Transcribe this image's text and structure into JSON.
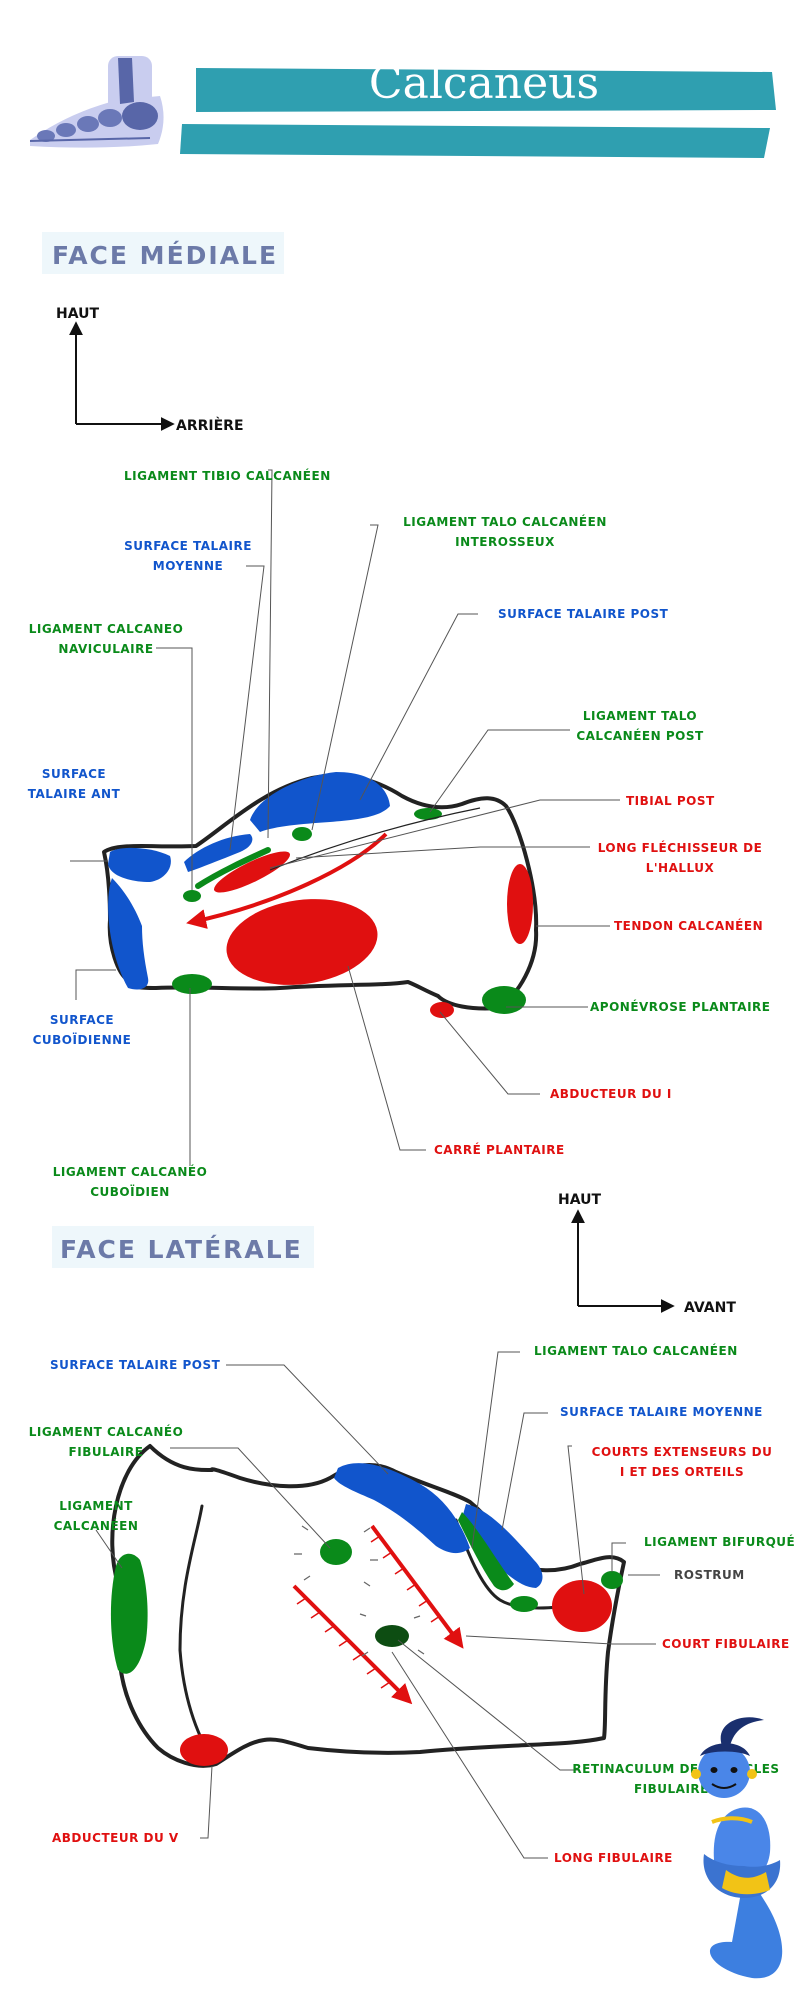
{
  "header": {
    "title": "Calcaneus"
  },
  "colors": {
    "banner": "#2f9fb0",
    "section_bg": "#eef7fb",
    "section_text": "#6c7aa8",
    "green": "#0a8a1a",
    "blue": "#1155cc",
    "red": "#e01010",
    "dark_green": "#0d4d12",
    "axis": "#111111"
  },
  "medial": {
    "title": "FACE MÉDIALE",
    "axis": {
      "up": "HAUT",
      "right": "ARRIÈRE"
    },
    "labels": {
      "lig_tibio": "LIGAMENT TIBIO CALCANÉEN",
      "surf_moy_1": "SURFACE TALAIRE",
      "surf_moy_2": "MOYENNE",
      "lig_talo_int_1": "LIGAMENT TALO CALCANÉEN",
      "lig_talo_int_2": "INTEROSSEUX",
      "lig_calc_nav_1": "LIGAMENT CALCANEO",
      "lig_calc_nav_2": "NAVICULAIRE",
      "surf_post": "SURFACE TALAIRE POST",
      "lig_talo_post_1": "LIGAMENT TALO",
      "lig_talo_post_2": "CALCANÉEN POST",
      "surf_ant_1": "SURFACE",
      "surf_ant_2": "TALAIRE ANT",
      "tibial_post": "TIBIAL POST",
      "long_flech_1": "LONG FLÉCHISSEUR DE",
      "long_flech_2": "L'HALLUX",
      "tendon_calc": "TENDON CALCANÉEN",
      "surf_cub_1": "SURFACE",
      "surf_cub_2": "CUBOÏDIENNE",
      "aponevrose": "APONÉVROSE PLANTAIRE",
      "abducteur_i": "ABDUCTEUR DU I",
      "carre": "CARRÉ PLANTAIRE",
      "lig_calc_cub_1": "LIGAMENT CALCANÉO",
      "lig_calc_cub_2": "CUBOÏDIEN"
    }
  },
  "lateral": {
    "title": "FACE LATÉRALE",
    "axis": {
      "up": "HAUT",
      "right": "AVANT"
    },
    "labels": {
      "lig_talo": "LIGAMENT TALO CALCANÉEN",
      "surf_post": "SURFACE TALAIRE POST",
      "surf_moy": "SURFACE TALAIRE MOYENNE",
      "lig_calc_fib_1": "LIGAMENT CALCANÉO",
      "lig_calc_fib_2": "FIBULAIRE",
      "courts_ext_1": "COURTS EXTENSEURS DU",
      "courts_ext_2": "I ET DES ORTEILS",
      "lig_calc_1": "LIGAMENT",
      "lig_calc_2": "CALCANÉEN",
      "lig_bifurque": "LIGAMENT BIFURQUÉ",
      "rostrum": "ROSTRUM",
      "court_fib": "COURT FIBULAIRE",
      "retinac_1": "RETINACULUM DES MUSCLES",
      "retinac_2": "FIBULAIRES",
      "abducteur_v": "ABDUCTEUR DU V",
      "long_fib": "LONG FIBULAIRE"
    }
  }
}
